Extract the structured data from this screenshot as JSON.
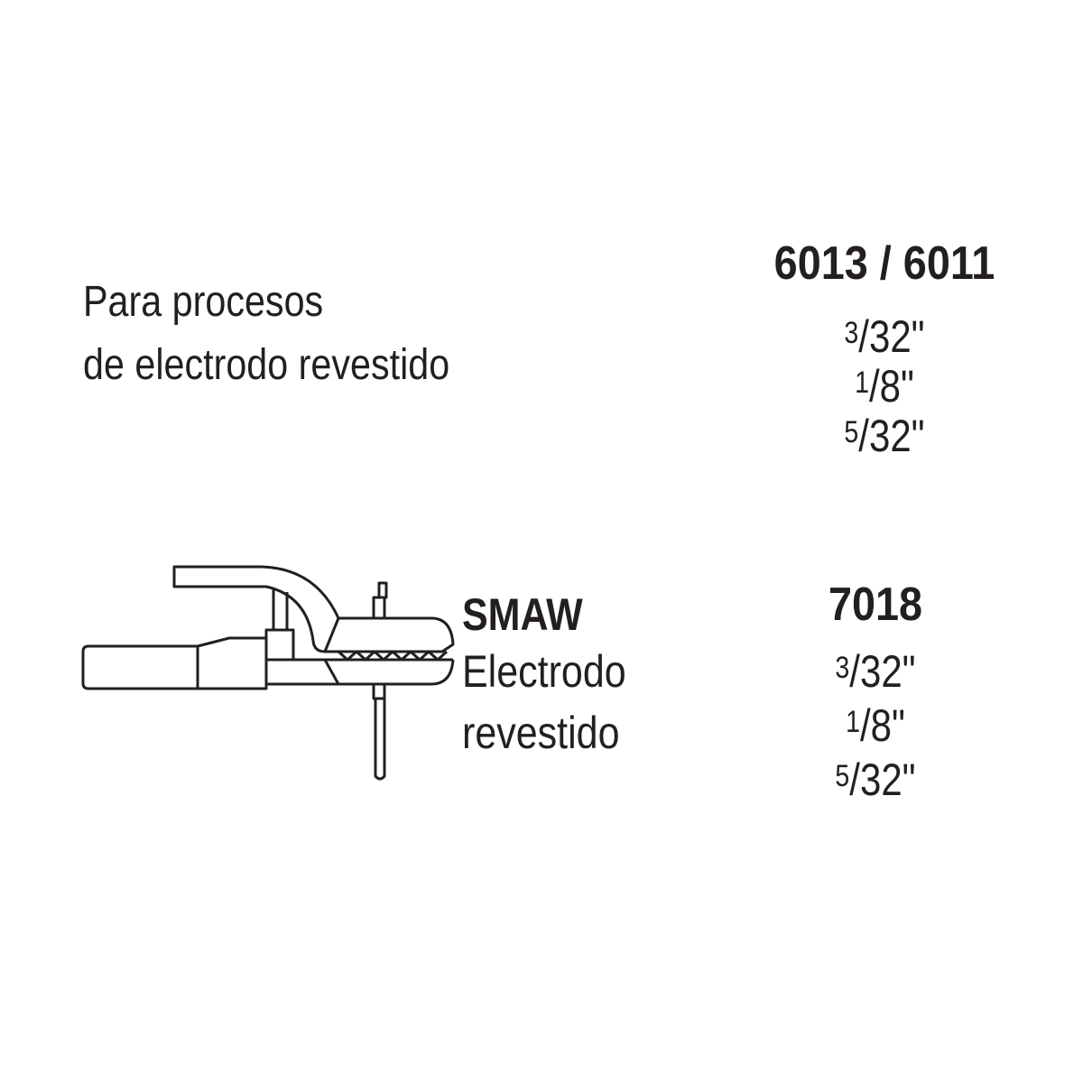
{
  "description": {
    "line1": "Para procesos",
    "line2": "de electrodo revestido"
  },
  "groups": [
    {
      "code": "6013 / 6011",
      "sizes": [
        {
          "num": "3",
          "rest": "/32\""
        },
        {
          "num": "1",
          "rest": "/8\""
        },
        {
          "num": "5",
          "rest": "/32\""
        }
      ]
    },
    {
      "code": "7018",
      "sizes": [
        {
          "num": "3",
          "rest": "/32\""
        },
        {
          "num": "1",
          "rest": "/8\""
        },
        {
          "num": "5",
          "rest": "/32\""
        }
      ]
    }
  ],
  "process": {
    "title": "SMAW",
    "line1": "Electrodo",
    "line2": "revestido",
    "icon": "electrode-holder-icon"
  },
  "colors": {
    "ink": "#231f20",
    "background": "#ffffff"
  }
}
